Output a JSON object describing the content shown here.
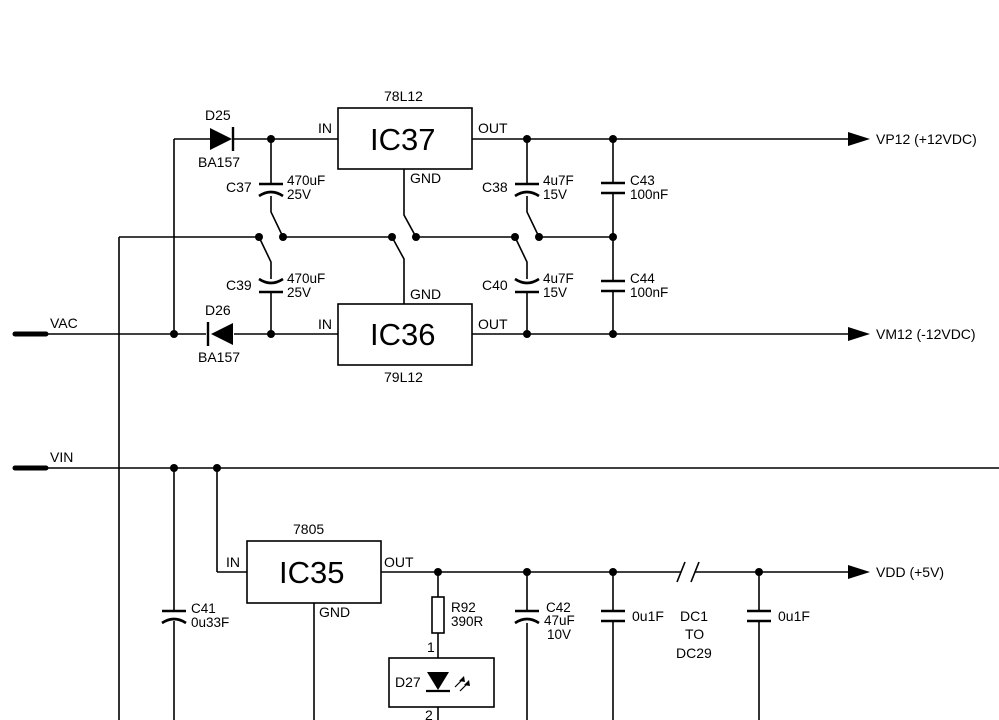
{
  "ics": {
    "ic37": {
      "name": "IC37",
      "type": "78L12",
      "in": "IN",
      "out": "OUT",
      "gnd": "GND"
    },
    "ic36": {
      "name": "IC36",
      "type": "79L12",
      "in": "IN",
      "out": "OUT",
      "gnd": "GND"
    },
    "ic35": {
      "name": "IC35",
      "type": "7805",
      "in": "IN",
      "out": "OUT",
      "gnd": "GND"
    }
  },
  "diodes": {
    "d25": {
      "ref": "D25",
      "part": "BA157"
    },
    "d26": {
      "ref": "D26",
      "part": "BA157"
    },
    "d27": {
      "ref": "D27",
      "pin1": "1",
      "pin2": "2"
    }
  },
  "capacitors": {
    "c37": {
      "ref": "C37",
      "value": "470uF",
      "voltage": "25V"
    },
    "c38": {
      "ref": "C38",
      "value": "4u7F",
      "voltage": "15V"
    },
    "c43": {
      "ref": "C43",
      "value": "100nF"
    },
    "c39": {
      "ref": "C39",
      "value": "470uF",
      "voltage": "25V"
    },
    "c40": {
      "ref": "C40",
      "value": "4u7F",
      "voltage": "15V"
    },
    "c44": {
      "ref": "C44",
      "value": "100nF"
    },
    "c41": {
      "ref": "C41",
      "value": "0u33F"
    },
    "c42": {
      "ref": "C42",
      "value": "47uF",
      "voltage": "10V"
    },
    "cx1": {
      "value": "0u1F"
    },
    "cx2": {
      "value": "0u1F"
    }
  },
  "resistors": {
    "r92": {
      "ref": "R92",
      "value": "390R"
    }
  },
  "nets": {
    "vac": "VAC",
    "vin": "VIN",
    "vp12": "VP12 (+12VDC)",
    "vm12": "VM12 (-12VDC)",
    "vdd": "VDD (+5V)"
  },
  "dc_range": {
    "from": "DC1",
    "to_word": "TO",
    "to": "DC29"
  }
}
